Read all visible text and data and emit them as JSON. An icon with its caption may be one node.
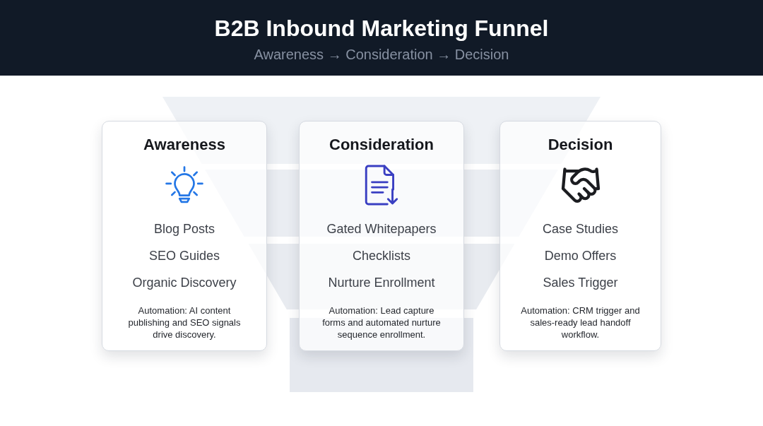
{
  "diagram": {
    "title": "B2B Inbound Marketing Funnel",
    "nodes": [
      {
        "text": [
          "Awareness",
          "Blog Posts",
          "SEO Guides",
          "Organic Discovery",
          "Automation: AI content publishing and SEO signals drive discovery."
        ]
      },
      {
        "text": [
          "Consideration",
          "Gated Whitepapers",
          "Checklists",
          "Nurture Enrollment",
          "Automation: Lead capture forms and automated nurture sequence enrollment."
        ]
      },
      {
        "text": [
          "Decision",
          "Case Studies",
          "Demo Offers",
          "Sales Trigger",
          "Automation: CRM trigger and sales-ready lead handoff workflow."
        ]
      }
    ],
    "labels": [
      "Awareness → Consideration → Decision"
    ]
  }
}
